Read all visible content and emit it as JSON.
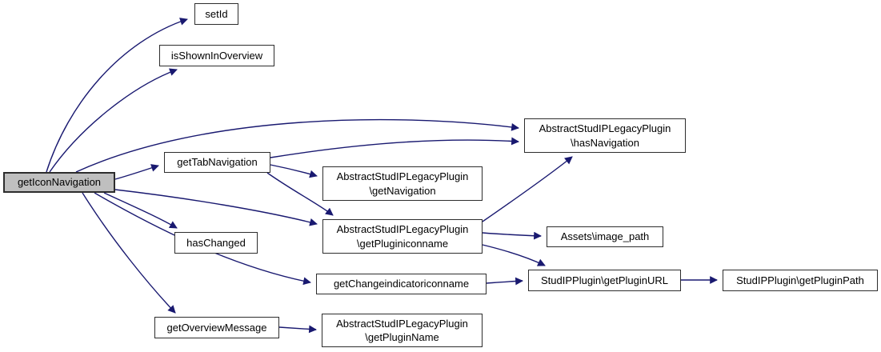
{
  "diagram": {
    "type": "call-graph",
    "background_color": "#ffffff",
    "edge_color": "#191970",
    "node_fill": "#ffffff",
    "node_border_color": "#2d2d2d",
    "highlighted_node_fill": "#bfbfbf",
    "nodes": [
      {
        "id": "getIconNavigation",
        "label": "getIconNavigation",
        "highlighted": true
      },
      {
        "id": "setId",
        "label": "setId",
        "highlighted": false
      },
      {
        "id": "isShownInOverview",
        "label": "isShownInOverview",
        "highlighted": false
      },
      {
        "id": "getTabNavigation",
        "label": "getTabNavigation",
        "highlighted": false
      },
      {
        "id": "hasNavigation",
        "label": "AbstractStudIPLegacyPlugin\n\\hasNavigation",
        "highlighted": false
      },
      {
        "id": "getNavigation",
        "label": "AbstractStudIPLegacyPlugin\n\\getNavigation",
        "highlighted": false
      },
      {
        "id": "getPluginiconname",
        "label": "AbstractStudIPLegacyPlugin\n\\getPluginiconname",
        "highlighted": false
      },
      {
        "id": "hasChanged",
        "label": "hasChanged",
        "highlighted": false
      },
      {
        "id": "imagePath",
        "label": "Assets\\image_path",
        "highlighted": false
      },
      {
        "id": "getChangeindicatoriconname",
        "label": "getChangeindicatoriconname",
        "highlighted": false
      },
      {
        "id": "getPluginURL",
        "label": "StudIPPlugin\\getPluginURL",
        "highlighted": false
      },
      {
        "id": "getPluginPath",
        "label": "StudIPPlugin\\getPluginPath",
        "highlighted": false
      },
      {
        "id": "getOverviewMessage",
        "label": "getOverviewMessage",
        "highlighted": false
      },
      {
        "id": "getPluginName",
        "label": "AbstractStudIPLegacyPlugin\n\\getPluginName",
        "highlighted": false
      }
    ],
    "edges": [
      {
        "from": "getIconNavigation",
        "to": "setId"
      },
      {
        "from": "getIconNavigation",
        "to": "isShownInOverview"
      },
      {
        "from": "getIconNavigation",
        "to": "hasNavigation"
      },
      {
        "from": "getIconNavigation",
        "to": "getTabNavigation"
      },
      {
        "from": "getIconNavigation",
        "to": "getPluginiconname"
      },
      {
        "from": "getIconNavigation",
        "to": "hasChanged"
      },
      {
        "from": "getIconNavigation",
        "to": "getChangeindicatoriconname"
      },
      {
        "from": "getIconNavigation",
        "to": "getOverviewMessage"
      },
      {
        "from": "getTabNavigation",
        "to": "hasNavigation"
      },
      {
        "from": "getTabNavigation",
        "to": "getNavigation"
      },
      {
        "from": "getTabNavigation",
        "to": "getPluginiconname"
      },
      {
        "from": "getPluginiconname",
        "to": "hasNavigation"
      },
      {
        "from": "getPluginiconname",
        "to": "imagePath"
      },
      {
        "from": "getPluginiconname",
        "to": "getPluginURL"
      },
      {
        "from": "getChangeindicatoriconname",
        "to": "getPluginURL"
      },
      {
        "from": "getPluginURL",
        "to": "getPluginPath"
      },
      {
        "from": "getOverviewMessage",
        "to": "getPluginName"
      }
    ]
  }
}
